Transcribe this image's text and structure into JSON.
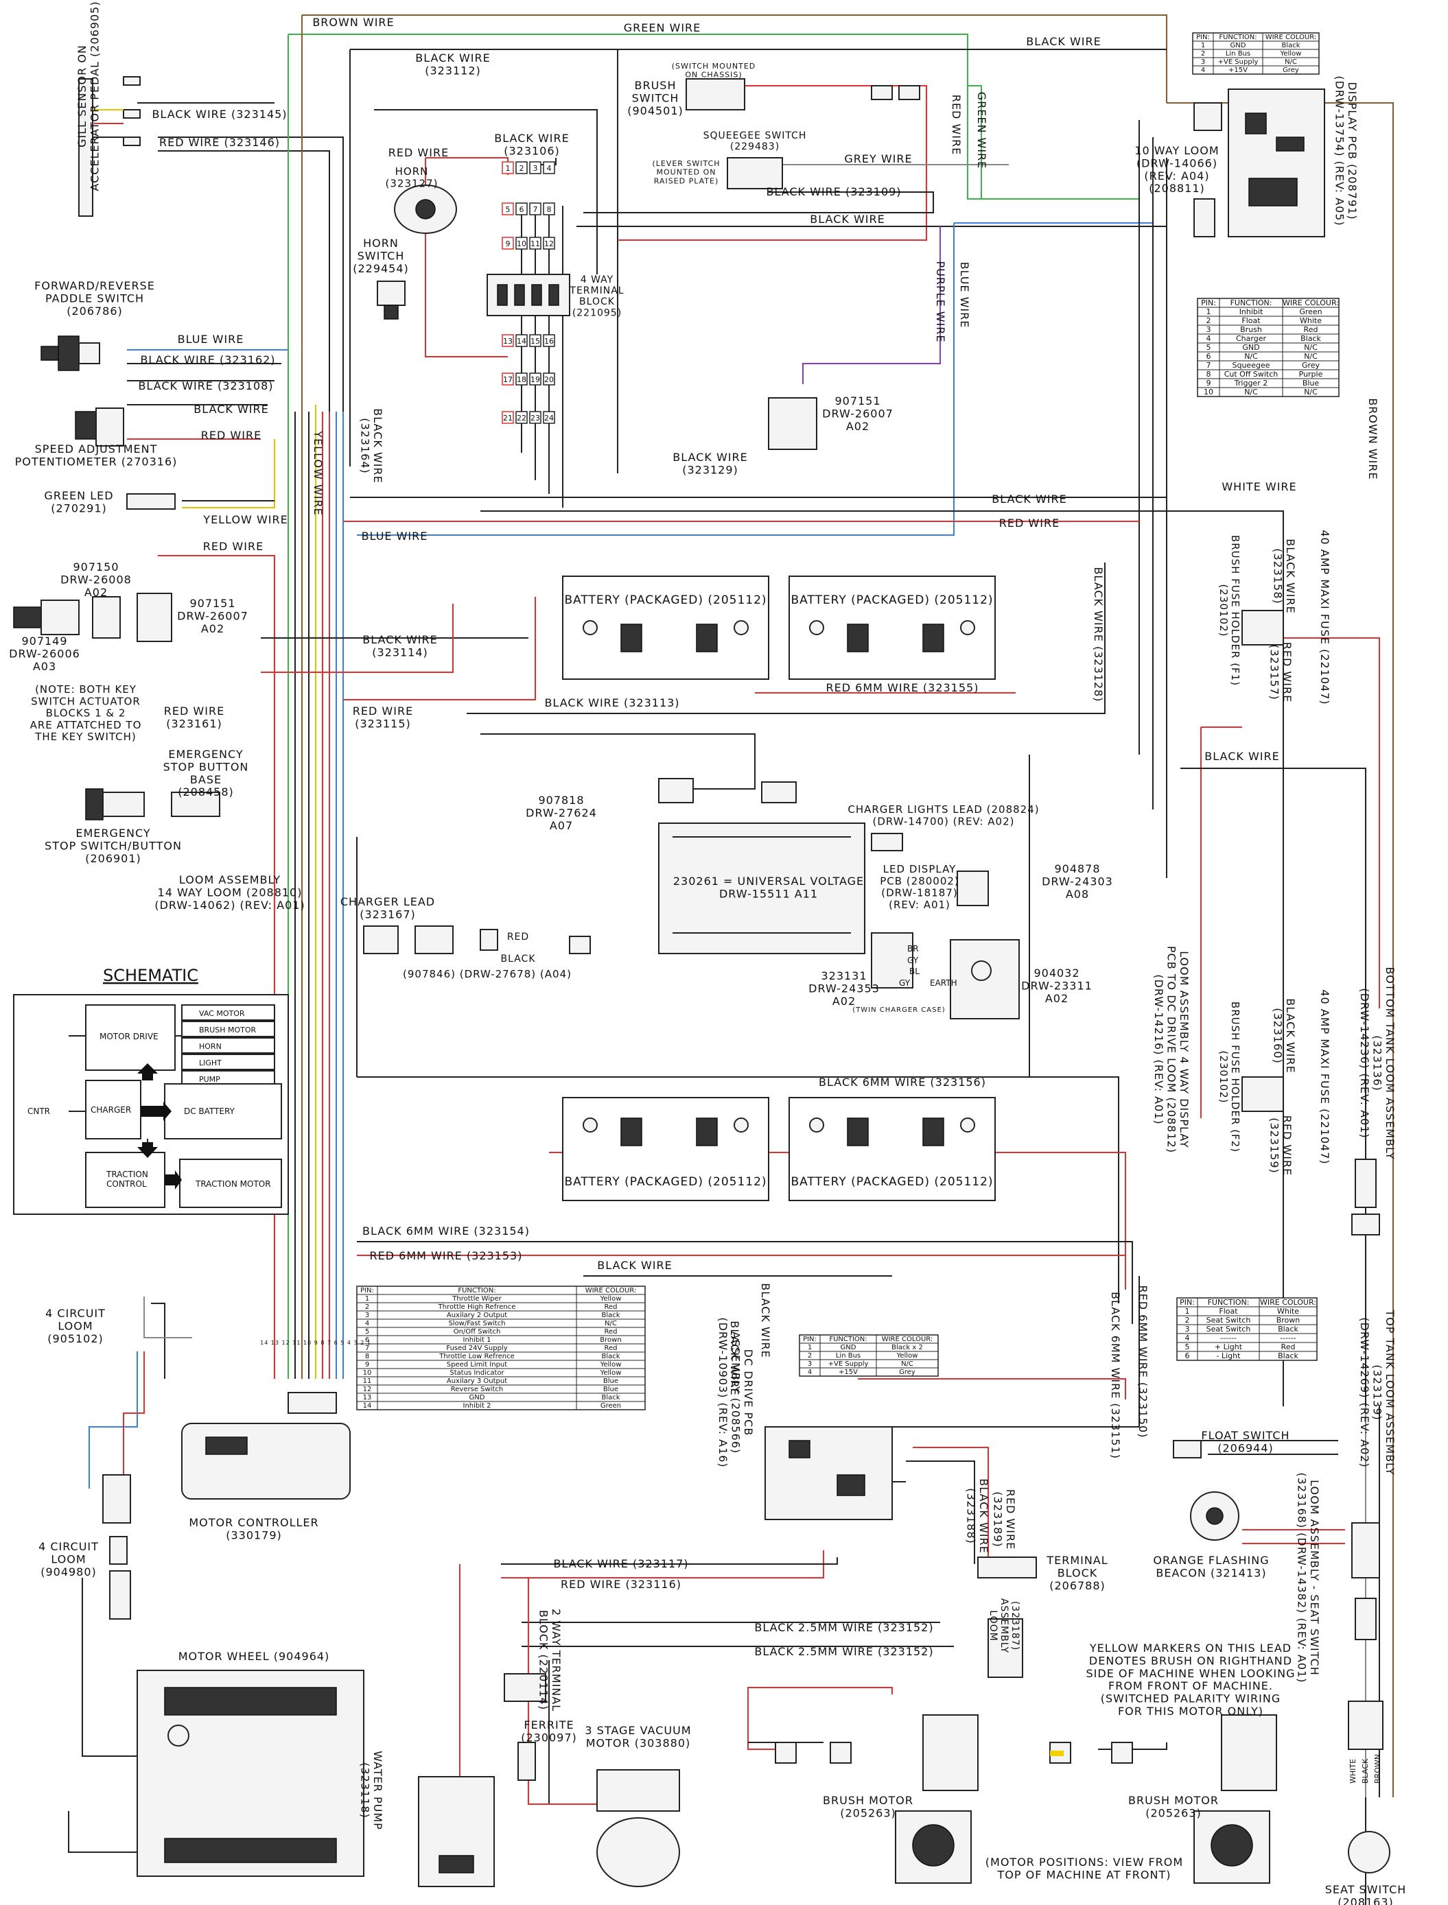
{
  "wires": {
    "brown_top": "BROWN WIRE",
    "green_top": "GREEN WIRE",
    "black_top_right": "BLACK WIRE",
    "black_323112": "BLACK WIRE\n(323112)",
    "black_323145": "BLACK WIRE (323145)",
    "red_323146": "RED WIRE (323146)",
    "red_wire_horn": "RED WIRE",
    "black_323106": "BLACK WIRE\n(323106)",
    "red_v": "RED WIRE",
    "green_v": "GREEN WIRE",
    "grey": "GREY WIRE",
    "black_323109": "BLACK WIRE (323109)",
    "black_mid": "BLACK WIRE",
    "blue_v": "BLUE WIRE",
    "purple_v": "PURPLE WIRE",
    "blue_fr": "BLUE WIRE",
    "black_323162": "BLACK WIRE (323162)",
    "black_323108": "BLACK WIRE (323108)",
    "black_sa": "BLACK WIRE",
    "red_sa": "RED WIRE",
    "yellow_led": "YELLOW WIRE",
    "black_323164": "BLACK WIRE\n(323164)",
    "yellow_v": "YELLOW WIRE",
    "black_323129": "BLACK WIRE\n(323129)",
    "white": "WHITE WIRE",
    "black_h1": "BLACK WIRE",
    "red_h1": "RED WIRE",
    "blue_h": "BLUE WIRE",
    "red_key": "RED WIRE",
    "black_323114": "BLACK WIRE\n(323114)",
    "red_323161": "RED WIRE\n(323161)",
    "red_323115": "RED WIRE\n(323115)",
    "black_323113": "BLACK WIRE (323113)",
    "red_6mm_323155": "RED 6MM WIRE (323155)",
    "black_323128": "BLACK WIRE (323128)",
    "black_mid2": "BLACK WIRE",
    "brown_right": "BROWN WIRE",
    "black_6mm_323156": "BLACK 6MM WIRE (323156)",
    "black_6mm_323154": "BLACK 6MM WIRE (323154)",
    "red_6mm_323153": "RED 6MM WIRE (323153)",
    "black_bottom": "BLACK WIRE",
    "black_6mm_323151": "BLACK 6MM WIRE (323151)",
    "red_6mm_323150": "RED 6MM WIRE (323150)",
    "black_323117": "BLACK WIRE (323117)",
    "red_323116": "RED WIRE (323116)",
    "black_25_1": "BLACK 2.5MM WIRE (323152)",
    "black_25_2": "BLACK 2.5MM WIRE (323152)",
    "black_323188": "BLACK WIRE\n(323188)",
    "red_323189": "RED WIRE\n(323189)",
    "black_dc1": "BLACK WIRE",
    "black_dc2": "BLACK WIRE",
    "black_323158": "BLACK WIRE\n(323158)",
    "red_323157": "RED WIRE\n(323157)",
    "black_323160": "BLACK WIRE\n(323160)",
    "red_323159": "RED WIRE\n(323159)",
    "red_charger": "RED",
    "black_charger": "BLACK"
  },
  "components": {
    "gill_sensor": "GILL SENSOR ON\nACCELERATOR PEDAL (206905)",
    "paddle": "FORWARD/REVERSE\nPADDLE SWITCH\n(206786)",
    "speed_pot": "SPEED ADJUSTMENT\nPOTENTIOMETER (270316)",
    "green_led": "GREEN LED\n(270291)",
    "key_907150": "907150\nDRW-26008\nA02",
    "key_907151": "907151\nDRW-26007\nA02",
    "key_907149": "907149\nDRW-26006\nA03",
    "key_note": "(NOTE: BOTH KEY\nSWITCH ACTUATOR\nBLOCKS 1 & 2\nARE ATTATCHED TO\nTHE KEY SWITCH)",
    "estop_base": "EMERGENCY\nSTOP BUTTON\nBASE\n(208458)",
    "estop": "EMERGENCY\nSTOP SWITCH/BUTTON\n(206901)",
    "loom_14": "LOOM ASSEMBLY\n14 WAY LOOM (208810)\n(DRW-14062) (REV: A01)",
    "horn": "HORN\n(323127)",
    "horn_switch": "HORN\nSWITCH\n(229454)",
    "terminal_4way": "4 WAY\nTERMINAL\nBLOCK\n(221095)",
    "brush_switch": "BRUSH\nSWITCH\n(904501)",
    "brush_switch_note": "(SWITCH MOUNTED\nON CHASSIS)",
    "squeegee": "SQUEEGEE SWITCH\n(229483)",
    "squeegee_note": "(LEVER SWITCH\nMOUNTED ON\nRAISED PLATE)",
    "conn_907151": "907151\nDRW-26007\nA02",
    "loom_10": "10 WAY LOOM\n(DRW-14066)\n(REV: A04)\n(208811)",
    "display_pcb": "DISPLAY PCB (208791)\n(DRW-13754) (REV: A05)",
    "battery": "BATTERY (PACKAGED) (205112)",
    "brush_fuse_f1": "BRUSH FUSE HOLDER (F1)\n(230102)",
    "maxi_fuse_1": "40 AMP MAXI FUSE (221047)",
    "brush_fuse_f2": "BRUSH FUSE HOLDER (F2)\n(230102)",
    "maxi_fuse_2": "40 AMP MAXI FUSE (221047)",
    "charger_907818": "907818\nDRW-27624\nA07",
    "charger_lights": "CHARGER LIGHTS LEAD (208824)\n(DRW-14700) (REV: A02)",
    "charger_main": "230261 = UNIVERSAL VOLTAGE\nDRW-15511 A11",
    "led_display": "LED DISPLAY\nPCB (280002)\n(DRW-18187)\n(REV: A01)",
    "conn_904878": "904878\nDRW-24303\nA08",
    "charger_lead": "CHARGER LEAD\n(323167)",
    "charger_lead_parts": "(907846)   (DRW-27678)   (A04)",
    "conn_904032": "904032\nDRW-23311\nA02",
    "conn_323131": "323131\nDRW-24353\nA02",
    "twin_charger": "(TWIN CHARGER CASE)",
    "charger_letters": [
      "BR",
      "GY",
      "BL",
      "GY",
      "EARTH"
    ],
    "loom_4way_display": "LOOM ASSEMBLY 4 WAY DISPLAY\nPCB TO DC DRIVE LOOM (208812)\n(DRW-14216) (REV: A01)",
    "bottom_tank": "BOTTOM TANK LOOM ASSEMBLY\n(323136)\n(DRW-14236) (REV: A01)",
    "top_tank": "TOP TANK LOOM ASSEMBLY\n(323139)\n(DRW-14269) (REV: A02)",
    "circuit_905102": "4 CIRCUIT\nLOOM\n(905102)",
    "circuit_904980": "4 CIRCUIT\nLOOM\n(904980)",
    "motor_controller": "MOTOR CONTROLLER\n(330179)",
    "motor_wheel": "MOTOR WHEEL (904964)",
    "water_pump": "WATER PUMP\n(323118)",
    "terminal_2way": "2 WAY TERMINAL\nBLOCK (220114)",
    "ferrite": "FERRITE\n(230097)",
    "vacuum": "3 STAGE VACUUM\nMOTOR (303880)",
    "brush_motor": "BRUSH MOTOR\n(205263)",
    "dc_drive": "DC DRIVE PCB\nASSEMBLY (208566)\n(DRW-10903) (REV: A16)",
    "terminal_206788": "TERMINAL\nBLOCK\n(206788)",
    "loom_sub": "(323187)\nASSEMBLY\nLOOM",
    "float_switch": "FLOAT SWITCH\n(206944)",
    "beacon": "ORANGE FLASHING\nBEACON (321413)",
    "seat_loom": "LOOM ASSEMBLY - SEAT SWITCH\n(323168) (DRW-14382) (REV: A01)",
    "seat_switch": "SEAT SWITCH\n(208163)",
    "seat_colors": [
      "WHITE",
      "BLACK",
      "BROWN"
    ],
    "yellow_note": "YELLOW MARKERS ON THIS LEAD\nDENOTES BRUSH ON RIGHTHAND\nSIDE OF MACHINE WHEN LOOKING\nFROM FRONT OF MACHINE.\n(SWITCHED PALARITY WIRING\nFOR THIS MOTOR ONLY)",
    "motor_positions": "(MOTOR POSITIONS: VIEW FROM\nTOP OF MACHINE AT FRONT)"
  },
  "tables": {
    "display": {
      "headers": [
        "PIN:",
        "FUNCTION:",
        "WIRE COLOUR:"
      ],
      "rows": [
        [
          "1",
          "GND",
          "Black"
        ],
        [
          "2",
          "Lin Bus",
          "Yellow"
        ],
        [
          "3",
          "+VE Supply",
          "N/C"
        ],
        [
          "4",
          "+15V",
          "Grey"
        ]
      ]
    },
    "loom10": {
      "headers": [
        "PIN:",
        "FUNCTION:",
        "WIRE COLOUR:"
      ],
      "rows": [
        [
          "1",
          "Inhibit",
          "Green"
        ],
        [
          "2",
          "Float",
          "White"
        ],
        [
          "3",
          "Brush",
          "Red"
        ],
        [
          "4",
          "Charger",
          "Black"
        ],
        [
          "5",
          "GND",
          "N/C"
        ],
        [
          "6",
          "N/C",
          "N/C"
        ],
        [
          "7",
          "Squeegee",
          "Grey"
        ],
        [
          "8",
          "Cut Off Switch",
          "Purple"
        ],
        [
          "9",
          "Trigger 2",
          "Blue"
        ],
        [
          "10",
          "N/C",
          "N/C"
        ]
      ]
    },
    "controller": {
      "headers": [
        "PIN:",
        "FUNCTION:",
        "WIRE COLOUR:"
      ],
      "rows": [
        [
          "1",
          "Throttle Wiper",
          "Yellow"
        ],
        [
          "2",
          "Throttle High Refrence",
          "Red"
        ],
        [
          "3",
          "Auxilary 2 Output",
          "Black"
        ],
        [
          "4",
          "Slow/Fast Switch",
          "N/C"
        ],
        [
          "5",
          "On/Off Switch",
          "Red"
        ],
        [
          "6",
          "Inhibit 1",
          "Brown"
        ],
        [
          "7",
          "Fused 24V Supply",
          "Red"
        ],
        [
          "8",
          "Throttle Low Refrence",
          "Black"
        ],
        [
          "9",
          "Speed Limit Input",
          "Yellow"
        ],
        [
          "10",
          "Status Indicator",
          "Yellow"
        ],
        [
          "11",
          "Auxilary 3 Output",
          "Blue"
        ],
        [
          "12",
          "Reverse Switch",
          "Blue"
        ],
        [
          "13",
          "GND",
          "Black"
        ],
        [
          "14",
          "Inhibit 2",
          "Green"
        ]
      ]
    },
    "dcdrive": {
      "headers": [
        "PIN:",
        "FUNCTION:",
        "WIRE COLOUR:"
      ],
      "rows": [
        [
          "1",
          "GND",
          "Black x 2"
        ],
        [
          "2",
          "Lin Bus",
          "Yellow"
        ],
        [
          "3",
          "+VE Supply",
          "N/C"
        ],
        [
          "4",
          "+15V",
          "Grey"
        ]
      ]
    },
    "toptank": {
      "headers": [
        "PIN:",
        "FUNCTION:",
        "WIRE COLOUR:"
      ],
      "rows": [
        [
          "1",
          "Float",
          "White"
        ],
        [
          "2",
          "Seat Switch",
          "Brown"
        ],
        [
          "3",
          "Seat Switch",
          "Black"
        ],
        [
          "4",
          "------",
          "------"
        ],
        [
          "5",
          "+ Light",
          "Red"
        ],
        [
          "6",
          "- Light",
          "Black"
        ]
      ]
    }
  },
  "schematic": {
    "title": "SCHEMATIC",
    "motor_drive": "MOTOR DRIVE",
    "outputs": [
      "VAC MOTOR",
      "BRUSH MOTOR",
      "HORN",
      "LIGHT",
      "PUMP"
    ],
    "cntr": "CNTR",
    "charger": "CHARGER",
    "dc_battery": "DC BATTERY",
    "traction_control": "TRACTION\nCONTROL",
    "traction_motor": "TRACTION MOTOR"
  },
  "terminal_numbers": [
    "1",
    "2",
    "3",
    "4",
    "5",
    "6",
    "7",
    "8",
    "9",
    "10",
    "11",
    "12",
    "13",
    "14",
    "15",
    "16",
    "17",
    "18",
    "19",
    "20",
    "21",
    "22",
    "23",
    "24"
  ],
  "controller_pins": "14 13 12 11 10 9 8 7 6 5 4 3 2 1"
}
